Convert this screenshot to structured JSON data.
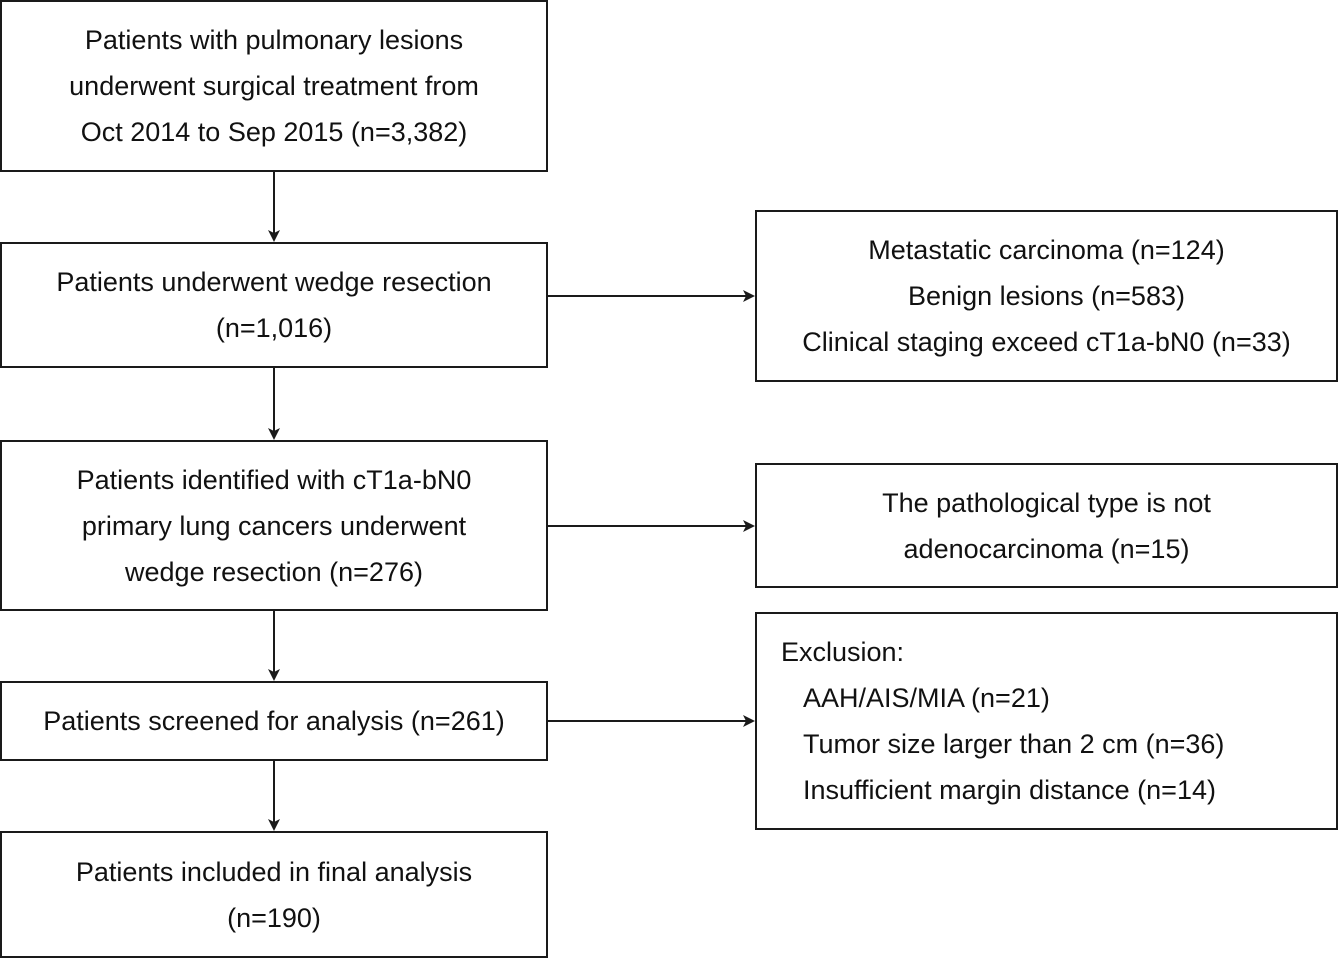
{
  "flow": {
    "step1": {
      "lines": [
        "Patients with pulmonary lesions",
        "underwent surgical treatment from",
        "Oct 2014 to Sep 2015 (n=3,382)"
      ]
    },
    "step2": {
      "lines": [
        "Patients underwent wedge resection",
        "(n=1,016)"
      ]
    },
    "step3": {
      "lines": [
        "Patients identified with cT1a-bN0",
        "primary lung cancers underwent",
        "wedge resection (n=276)"
      ]
    },
    "step4": {
      "lines": [
        "Patients screened for analysis (n=261)"
      ]
    },
    "step5": {
      "lines": [
        "Patients included in final analysis",
        "(n=190)"
      ]
    }
  },
  "exclusions": {
    "ex1": {
      "lines": [
        "Metastatic carcinoma (n=124)",
        "Benign lesions (n=583)",
        "Clinical staging exceed cT1a-bN0 (n=33)"
      ]
    },
    "ex2": {
      "lines": [
        "The pathological type is not",
        "adenocarcinoma (n=15)"
      ]
    },
    "ex3": {
      "heading": "Exclusion:",
      "items": [
        "AAH/AIS/MIA (n=21)",
        "Tumor size larger than 2 cm (n=36)",
        "Insufficient margin distance (n=14)"
      ]
    }
  }
}
